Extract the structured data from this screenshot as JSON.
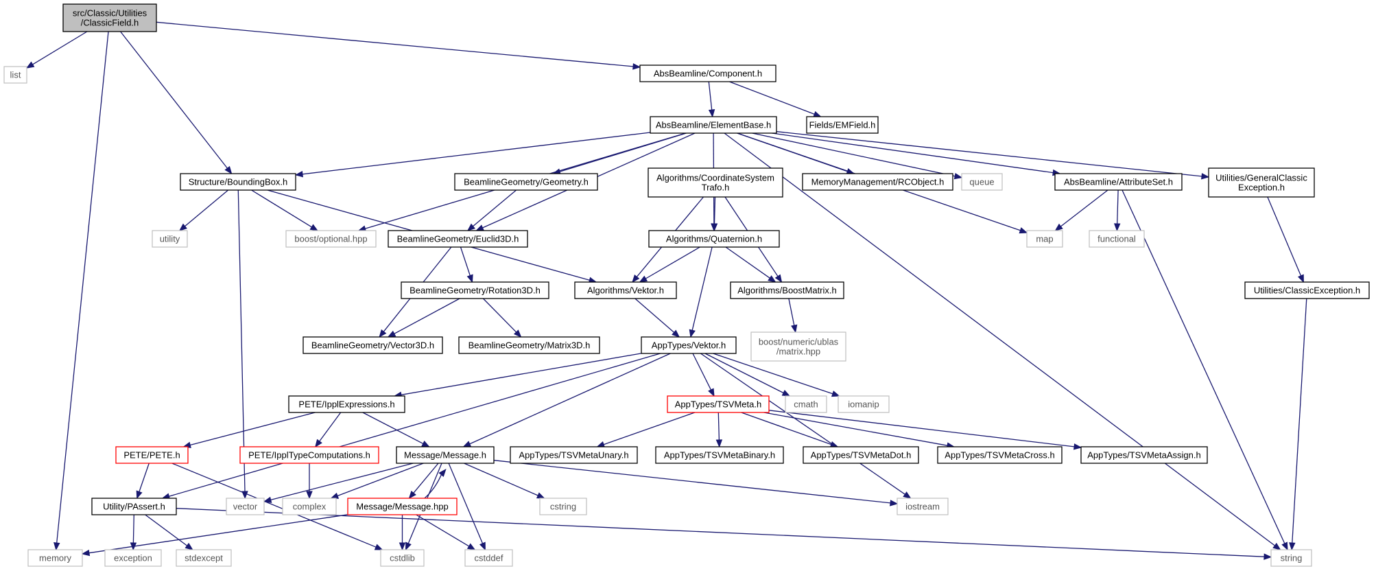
{
  "graph": {
    "nodes": [
      {
        "id": "root",
        "lines": [
          "src/Classic/Utilities",
          "/ClassicField.h"
        ],
        "type": "root"
      },
      {
        "id": "list",
        "lines": [
          "list"
        ],
        "type": "sys"
      },
      {
        "id": "memory",
        "lines": [
          "memory"
        ],
        "type": "sys"
      },
      {
        "id": "bbox",
        "lines": [
          "Structure/BoundingBox.h"
        ],
        "type": "file"
      },
      {
        "id": "component",
        "lines": [
          "AbsBeamline/Component.h"
        ],
        "type": "file"
      },
      {
        "id": "elembase",
        "lines": [
          "AbsBeamline/ElementBase.h"
        ],
        "type": "file"
      },
      {
        "id": "emfield",
        "lines": [
          "Fields/EMField.h"
        ],
        "type": "file"
      },
      {
        "id": "bgeom",
        "lines": [
          "BeamlineGeometry/Geometry.h"
        ],
        "type": "file"
      },
      {
        "id": "coordtrafo",
        "lines": [
          "Algorithms/CoordinateSystem",
          "Trafo.h"
        ],
        "type": "file"
      },
      {
        "id": "rcobject",
        "lines": [
          "MemoryManagement/RCObject.h"
        ],
        "type": "file"
      },
      {
        "id": "queue",
        "lines": [
          "queue"
        ],
        "type": "sys"
      },
      {
        "id": "attrset",
        "lines": [
          "AbsBeamline/AttributeSet.h"
        ],
        "type": "file"
      },
      {
        "id": "genexc",
        "lines": [
          "Utilities/GeneralClassic",
          "Exception.h"
        ],
        "type": "file"
      },
      {
        "id": "utility",
        "lines": [
          "utility"
        ],
        "type": "sys"
      },
      {
        "id": "optional",
        "lines": [
          "boost/optional.hpp"
        ],
        "type": "sys"
      },
      {
        "id": "euclid",
        "lines": [
          "BeamlineGeometry/Euclid3D.h"
        ],
        "type": "file"
      },
      {
        "id": "quat",
        "lines": [
          "Algorithms/Quaternion.h"
        ],
        "type": "file"
      },
      {
        "id": "map",
        "lines": [
          "map"
        ],
        "type": "sys"
      },
      {
        "id": "functional",
        "lines": [
          "functional"
        ],
        "type": "sys"
      },
      {
        "id": "rot3d",
        "lines": [
          "BeamlineGeometry/Rotation3D.h"
        ],
        "type": "file"
      },
      {
        "id": "algvektor",
        "lines": [
          "Algorithms/Vektor.h"
        ],
        "type": "file"
      },
      {
        "id": "boostmatrix",
        "lines": [
          "Algorithms/BoostMatrix.h"
        ],
        "type": "file"
      },
      {
        "id": "classicexc",
        "lines": [
          "Utilities/ClassicException.h"
        ],
        "type": "file"
      },
      {
        "id": "vec3d",
        "lines": [
          "BeamlineGeometry/Vector3D.h"
        ],
        "type": "file"
      },
      {
        "id": "mat3d",
        "lines": [
          "BeamlineGeometry/Matrix3D.h"
        ],
        "type": "file"
      },
      {
        "id": "appvektor",
        "lines": [
          "AppTypes/Vektor.h"
        ],
        "type": "file"
      },
      {
        "id": "ublas",
        "lines": [
          "boost/numeric/ublas",
          "/matrix.hpp"
        ],
        "type": "sys"
      },
      {
        "id": "ipplexpr",
        "lines": [
          "PETE/IpplExpressions.h"
        ],
        "type": "file"
      },
      {
        "id": "tsvmeta",
        "lines": [
          "AppTypes/TSVMeta.h"
        ],
        "type": "red"
      },
      {
        "id": "cmath",
        "lines": [
          "cmath"
        ],
        "type": "sys"
      },
      {
        "id": "iomanip",
        "lines": [
          "iomanip"
        ],
        "type": "sys"
      },
      {
        "id": "pete",
        "lines": [
          "PETE/PETE.h"
        ],
        "type": "red"
      },
      {
        "id": "ippltype",
        "lines": [
          "PETE/IpplTypeComputations.h"
        ],
        "type": "red"
      },
      {
        "id": "message",
        "lines": [
          "Message/Message.h"
        ],
        "type": "file"
      },
      {
        "id": "tsvunary",
        "lines": [
          "AppTypes/TSVMetaUnary.h"
        ],
        "type": "file"
      },
      {
        "id": "tsvbinary",
        "lines": [
          "AppTypes/TSVMetaBinary.h"
        ],
        "type": "file"
      },
      {
        "id": "tsvdot",
        "lines": [
          "AppTypes/TSVMetaDot.h"
        ],
        "type": "file"
      },
      {
        "id": "tsvcross",
        "lines": [
          "AppTypes/TSVMetaCross.h"
        ],
        "type": "file"
      },
      {
        "id": "tsvassign",
        "lines": [
          "AppTypes/TSVMetaAssign.h"
        ],
        "type": "file"
      },
      {
        "id": "passert",
        "lines": [
          "Utility/PAssert.h"
        ],
        "type": "file"
      },
      {
        "id": "vector",
        "lines": [
          "vector"
        ],
        "type": "sys"
      },
      {
        "id": "complex",
        "lines": [
          "complex"
        ],
        "type": "sys"
      },
      {
        "id": "messagehpp",
        "lines": [
          "Message/Message.hpp"
        ],
        "type": "red"
      },
      {
        "id": "cstring",
        "lines": [
          "cstring"
        ],
        "type": "sys"
      },
      {
        "id": "iostream",
        "lines": [
          "iostream"
        ],
        "type": "sys"
      },
      {
        "id": "exception",
        "lines": [
          "exception"
        ],
        "type": "sys"
      },
      {
        "id": "stdexcept",
        "lines": [
          "stdexcept"
        ],
        "type": "sys"
      },
      {
        "id": "cstdlib",
        "lines": [
          "cstdlib"
        ],
        "type": "sys"
      },
      {
        "id": "cstddef",
        "lines": [
          "cstddef"
        ],
        "type": "sys"
      },
      {
        "id": "string",
        "lines": [
          "string"
        ],
        "type": "sys"
      }
    ],
    "edges": [
      [
        "root",
        "list"
      ],
      [
        "root",
        "memory"
      ],
      [
        "root",
        "bbox"
      ],
      [
        "root",
        "component"
      ],
      [
        "component",
        "elembase"
      ],
      [
        "component",
        "emfield"
      ],
      [
        "elembase",
        "bbox"
      ],
      [
        "elembase",
        "optional"
      ],
      [
        "elembase",
        "euclid"
      ],
      [
        "elembase",
        "bgeom"
      ],
      [
        "elembase",
        "quat"
      ],
      [
        "elembase",
        "rcobject"
      ],
      [
        "elembase",
        "queue"
      ],
      [
        "elembase",
        "map"
      ],
      [
        "elembase",
        "attrset"
      ],
      [
        "elembase",
        "genexc"
      ],
      [
        "elembase",
        "string"
      ],
      [
        "bbox",
        "utility"
      ],
      [
        "bbox",
        "optional"
      ],
      [
        "bbox",
        "algvektor"
      ],
      [
        "bbox",
        "vector"
      ],
      [
        "bgeom",
        "euclid"
      ],
      [
        "coordtrafo",
        "quat"
      ],
      [
        "coordtrafo",
        "algvektor"
      ],
      [
        "coordtrafo",
        "boostmatrix"
      ],
      [
        "attrset",
        "map"
      ],
      [
        "attrset",
        "functional"
      ],
      [
        "attrset",
        "string"
      ],
      [
        "genexc",
        "classicexc"
      ],
      [
        "classicexc",
        "string"
      ],
      [
        "euclid",
        "rot3d"
      ],
      [
        "euclid",
        "vec3d"
      ],
      [
        "quat",
        "algvektor"
      ],
      [
        "quat",
        "boostmatrix"
      ],
      [
        "quat",
        "appvektor"
      ],
      [
        "rot3d",
        "vec3d"
      ],
      [
        "rot3d",
        "mat3d"
      ],
      [
        "algvektor",
        "appvektor"
      ],
      [
        "boostmatrix",
        "ublas"
      ],
      [
        "appvektor",
        "ipplexpr"
      ],
      [
        "appvektor",
        "message"
      ],
      [
        "appvektor",
        "tsvmeta"
      ],
      [
        "appvektor",
        "cmath"
      ],
      [
        "appvektor",
        "iomanip"
      ],
      [
        "appvektor",
        "passert"
      ],
      [
        "appvektor",
        "iostream"
      ],
      [
        "ipplexpr",
        "pete"
      ],
      [
        "ipplexpr",
        "ippltype"
      ],
      [
        "ipplexpr",
        "message"
      ],
      [
        "pete",
        "passert"
      ],
      [
        "pete",
        "cstdlib"
      ],
      [
        "ippltype",
        "complex"
      ],
      [
        "tsvmeta",
        "tsvunary"
      ],
      [
        "tsvmeta",
        "tsvbinary"
      ],
      [
        "tsvmeta",
        "tsvdot"
      ],
      [
        "tsvmeta",
        "tsvcross"
      ],
      [
        "tsvmeta",
        "tsvassign"
      ],
      [
        "message",
        "vector"
      ],
      [
        "message",
        "complex"
      ],
      [
        "message",
        "messagehpp"
      ],
      [
        "message",
        "cstring"
      ],
      [
        "message",
        "iostream"
      ],
      [
        "message",
        "cstdlib"
      ],
      [
        "message",
        "cstddef"
      ],
      [
        "messagehpp",
        "message"
      ],
      [
        "messagehpp",
        "memory"
      ],
      [
        "messagehpp",
        "cstdlib"
      ],
      [
        "messagehpp",
        "cstddef"
      ],
      [
        "passert",
        "exception"
      ],
      [
        "passert",
        "stdexcept"
      ],
      [
        "passert",
        "string"
      ]
    ]
  }
}
